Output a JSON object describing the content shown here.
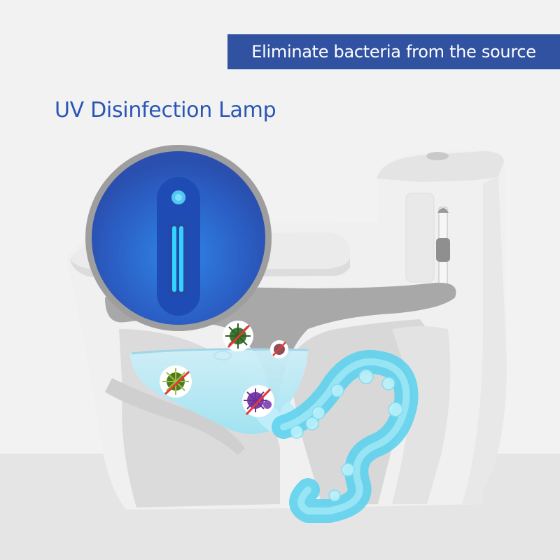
{
  "banner": {
    "text": "Eliminate bacteria from the source",
    "background_color": "#3052a1",
    "text_color": "#ffffff"
  },
  "headline": {
    "text": "UV Disinfection Lamp",
    "color": "#2a56b5"
  },
  "illustration": {
    "subject": "cutaway-toilet-with-uv-lamp",
    "magnifier": {
      "border_color": "#9e9e9e",
      "fill_color": "#2d5bc0",
      "lamp_glow_color": "#35d2ff"
    },
    "germ_badges": [
      {
        "icon": "virus-icon",
        "color": "#3f7a32",
        "crossed": true
      },
      {
        "icon": "bacteria-icon",
        "color": "#8e4f5a",
        "crossed": true
      },
      {
        "icon": "virus-icon",
        "color": "#4f7a24",
        "crossed": true
      },
      {
        "icon": "virus-icon",
        "color": "#7a3fa8",
        "crossed": true
      }
    ],
    "water_color": "#9fe3f2",
    "pipe_color": "#5fd2ee"
  }
}
